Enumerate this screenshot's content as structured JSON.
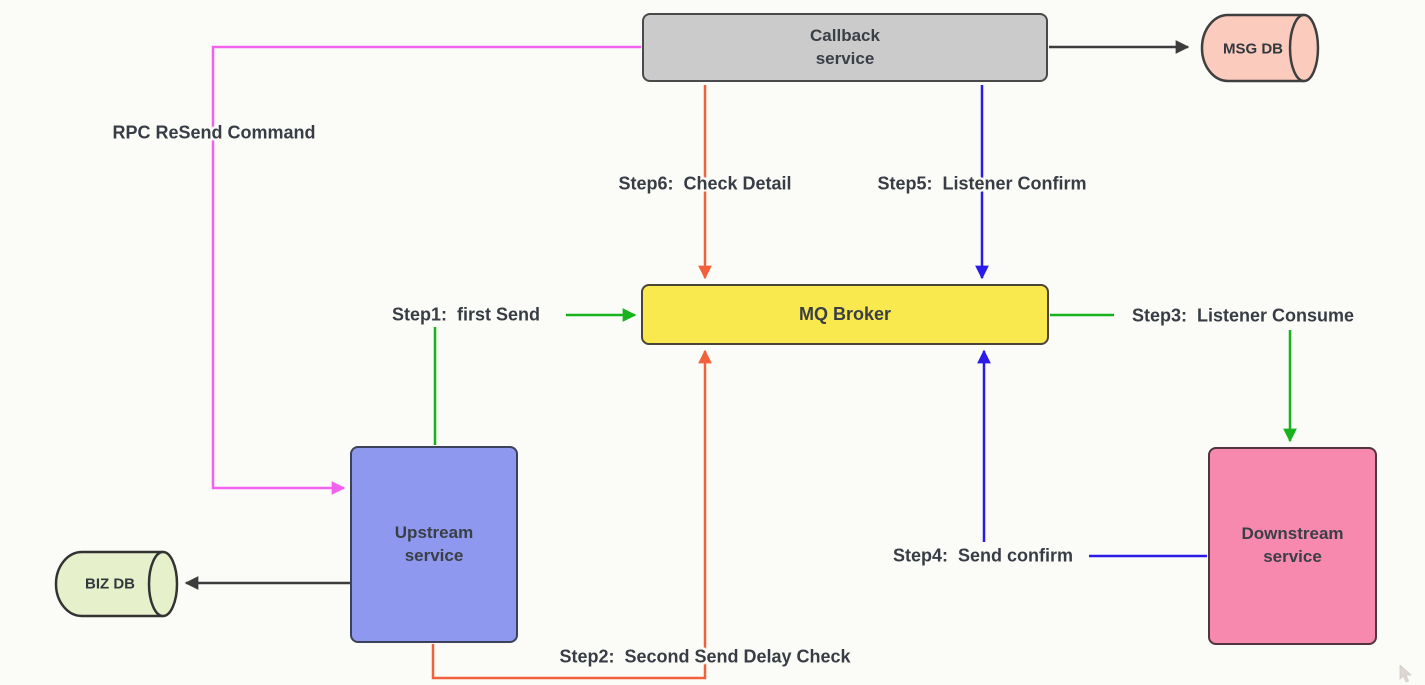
{
  "colors": {
    "bg": "#fbfcf8",
    "green": "#17b21d",
    "orange": "#f2603c",
    "blue": "#2a1be8",
    "magenta": "#f262ee",
    "black": "#3c3c3c",
    "label-text": "#383d45",
    "callback-fill": "#cbcbcb",
    "callback-border": "#4a4a4a",
    "msgdb-fill": "#fbcbbe",
    "msgdb-border": "#3f3f3f",
    "mq-fill": "#f9e84e",
    "mq-border": "#4a4536",
    "upstream-fill": "#8e98ee",
    "upstream-border": "#3c4257",
    "downstream-fill": "#f889ae",
    "downstream-border": "#51343f",
    "bizdb-fill": "#e6f0ca",
    "bizdb-border": "#333333"
  },
  "nodes": {
    "callback": {
      "line1": "Callback",
      "line2": "service"
    },
    "msgdb": {
      "label": "MSG DB"
    },
    "mq": {
      "label": "MQ Broker"
    },
    "upstream": {
      "line1": "Upstream",
      "line2": "service"
    },
    "downstream": {
      "line1": "Downstream",
      "line2": "service"
    },
    "bizdb": {
      "label": "BIZ DB"
    }
  },
  "edge_labels": {
    "rpc": "RPC ReSend Command",
    "step1": "Step1:  first Send",
    "step2": "Step2:  Second Send Delay Check",
    "step3": "Step3:  Listener Consume",
    "step4": "Step4:  Send confirm",
    "step5": "Step5:  Listener Confirm",
    "step6": "Step6:  Check Detail"
  }
}
